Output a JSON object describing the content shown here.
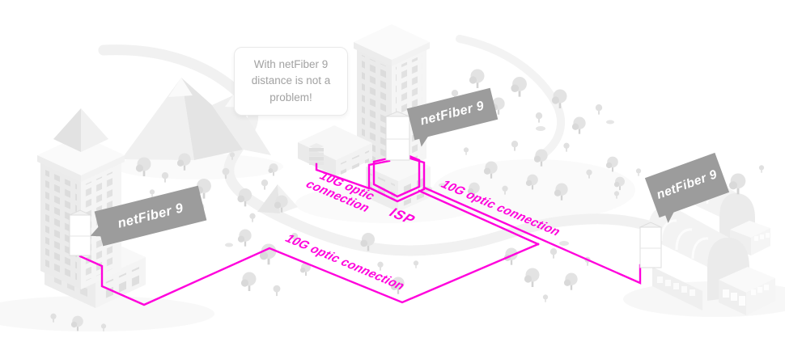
{
  "scene": {
    "speech_bubble": {
      "text": "With netFiber 9 distance is not a problem!"
    },
    "banners": {
      "left": {
        "label": "netFiber 9"
      },
      "center": {
        "label": "netFiber 9"
      },
      "right": {
        "label": "netFiber 9"
      }
    },
    "connections": {
      "left_label": "10G optic connection",
      "isp_label": "ISP",
      "right_label": "10G optic connection",
      "bottom_label": "10G optic connection"
    },
    "colors": {
      "fiber_line": "#FF00DC",
      "banner_bg": "#9C9C9C",
      "bubble_text": "#A2A2A2"
    }
  }
}
